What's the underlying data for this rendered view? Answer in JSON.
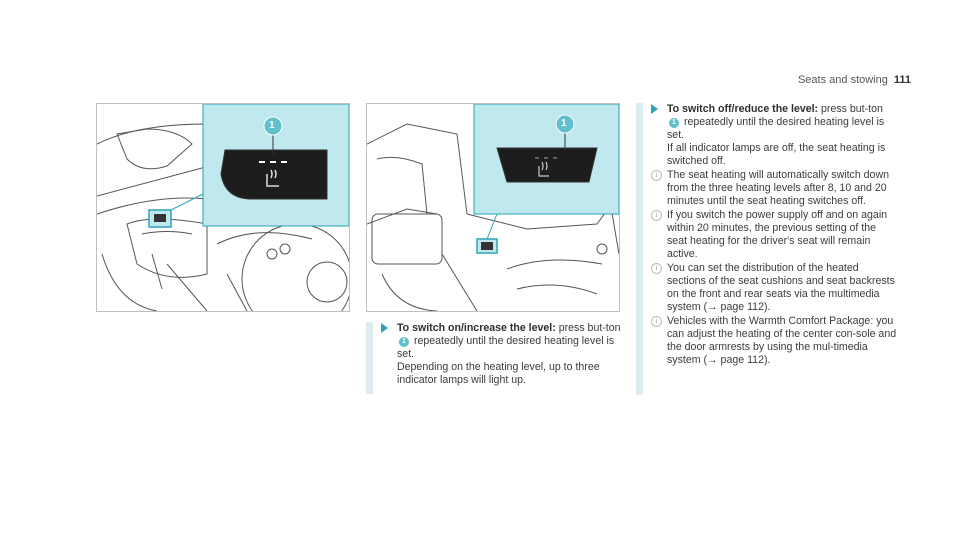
{
  "header": {
    "section": "Seats and stowing",
    "page": "111"
  },
  "figures": [
    {
      "callout": "1"
    },
    {
      "callout": "1"
    }
  ],
  "switch_on": {
    "title": "To switch on/increase the level:",
    "text1": " press but-ton ",
    "badge": "1",
    "text2": " repeatedly until the desired heating level is set.",
    "text3": "Depending on the heating level, up to three indicator lamps will light up."
  },
  "switch_off": {
    "title": "To switch off/reduce the level:",
    "text1": " press but-ton ",
    "badge": "1",
    "text2": " repeatedly until the desired heating level is set.",
    "text3": "If all indicator lamps are off, the seat heating is switched off."
  },
  "notes": [
    "The seat heating will automatically switch down from the three heating levels after 8, 10 and 20 minutes until the seat heating switches off.",
    "If you switch the power supply off and on again within 20 minutes, the previous setting of the seat heating for the driver's seat will remain active.",
    "You can set the distribution of the heated sections of the seat cushions and seat backrests on the front and rear seats via the multimedia system (→ page 112).",
    "Vehicles with the Warmth Comfort Package: you can adjust the heating of the center con-sole and the door armrests by using the mul-timedia system (→ page 112)."
  ],
  "info_icon": "info-icon",
  "colors": {
    "accent": "#2aa5b6",
    "highlight": "#bfe9ee",
    "bar": "#dcecef"
  }
}
